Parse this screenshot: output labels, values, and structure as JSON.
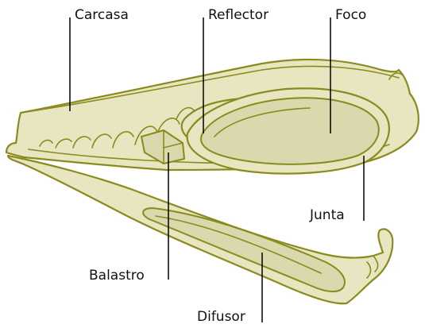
{
  "labels": {
    "carcasa": "Carcasa",
    "reflector": "Reflector",
    "foco": "Foco",
    "junta": "Junta",
    "balastro": "Balastro",
    "difusor": "Difusor"
  },
  "colors": {
    "body_fill": "#e8e6c0",
    "outline": "#8a8a1e",
    "leader": "#000000"
  }
}
